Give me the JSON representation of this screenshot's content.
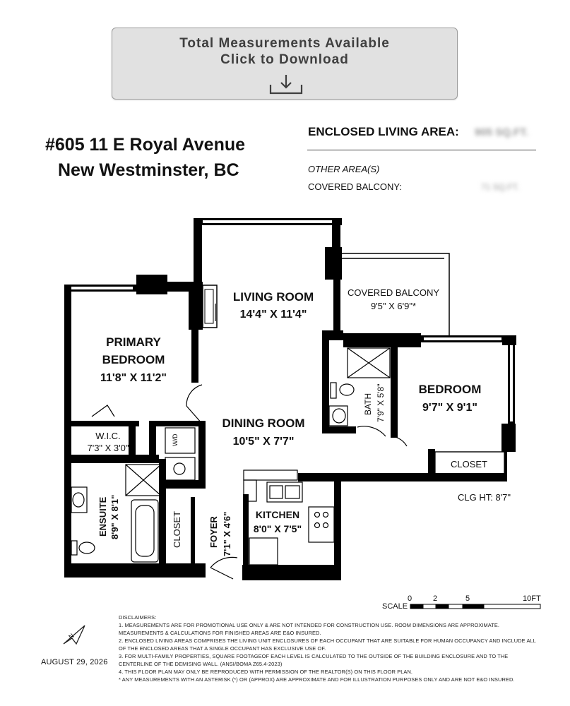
{
  "download_button": {
    "line1": "Total Measurements Available",
    "line2": "Click to Download",
    "icon": "download-icon"
  },
  "address": {
    "line1": "#605 11 E Royal Avenue",
    "line2": "New Westminster, BC"
  },
  "areas": {
    "enclosed_title": "ENCLOSED LIVING AREA:",
    "enclosed_value": "905 SQ.FT.",
    "other_heading": "OTHER AREA(S)",
    "balcony_label": "COVERED BALCONY:",
    "balcony_value": "71 SQ.FT."
  },
  "rooms": {
    "living_name": "LIVING ROOM",
    "living_size": "14'4\" X 11'4\"",
    "balcony_name": "COVERED BALCONY",
    "balcony_size": "9'5\" X 6'9\"*",
    "primary_name_1": "PRIMARY",
    "primary_name_2": "BEDROOM",
    "primary_size": "11'8\" X 11'2\"",
    "bath_name": "BATH",
    "bath_size": "7'9\" X 5'8\"",
    "bedroom_name": "BEDROOM",
    "bedroom_size": "9'7\" X 9'1\"",
    "wic_name": "W.I.C.",
    "wic_size": "7'3\" X 3'0\"",
    "dining_name": "DINING ROOM",
    "dining_size": "10'5\" X 7'7\"",
    "closet_bedroom": "CLOSET",
    "wd_label": "W/D",
    "ensuite_name": "ENSUITE",
    "ensuite_size": "8'9\" X 8'1\"",
    "closet_foyer": "CLOSET",
    "foyer_name": "FOYER",
    "foyer_size": "7'1\" X 4'6\"",
    "kitchen_name": "KITCHEN",
    "kitchen_size": "8'0\" X 7'5\""
  },
  "ceiling_height": "CLG HT: 8'7\"",
  "scale": {
    "label": "SCALE",
    "ticks": [
      "0",
      "2",
      "5",
      "10FT"
    ]
  },
  "date": "AUGUST 29, 2026",
  "north_arrow": {
    "letter": "N",
    "icon": "north-arrow-icon"
  },
  "disclaimers": [
    "DISCLAIMERS:",
    "1. MEASUREMENTS ARE FOR PROMOTIONAL USE ONLY & ARE NOT INTENDED FOR CONSTRUCTION USE. ROOM DIMENSIONS ARE APPROXIMATE. MEASUREMENTS & CALCULATIONS FOR FINISHED AREAS ARE E&O INSURED.",
    "2. ENCLOSED LIVING AREAS COMPRISES THE LIVING UNIT ENCLOSURES OF EACH OCCUPANT THAT ARE SUITABLE FOR HUMAN OCCUPANCY AND INCLUDE ALL OF THE ENCLOSED AREAS THAT A SINGLE OCCUPANT HAS EXCLUSIVE USE OF.",
    "3. FOR MULTI-FAMILY PROPERTIES, SQUARE FOOTAGEOF EACH LEVEL IS CALCULATED TO THE OUTSIDE OF THE BUILDING ENCLOSURE AND TO THE CENTERLINE OF THE DEMISING WALL. (ANSI/BOMA Z65.4-2023)",
    "4. THIS FLOOR PLAN MAY ONLY BE REPRODUCED WITH PERMISSION OF THE REALTOR(S) ON THIS FLOOR PLAN.",
    "* ANY MEASUREMENTS WITH AN ASTERISK (*) OR (APPROX) ARE APPROXIMATE AND FOR ILLUSTRATION PURPOSES ONLY AND ARE NOT E&O INSURED."
  ]
}
